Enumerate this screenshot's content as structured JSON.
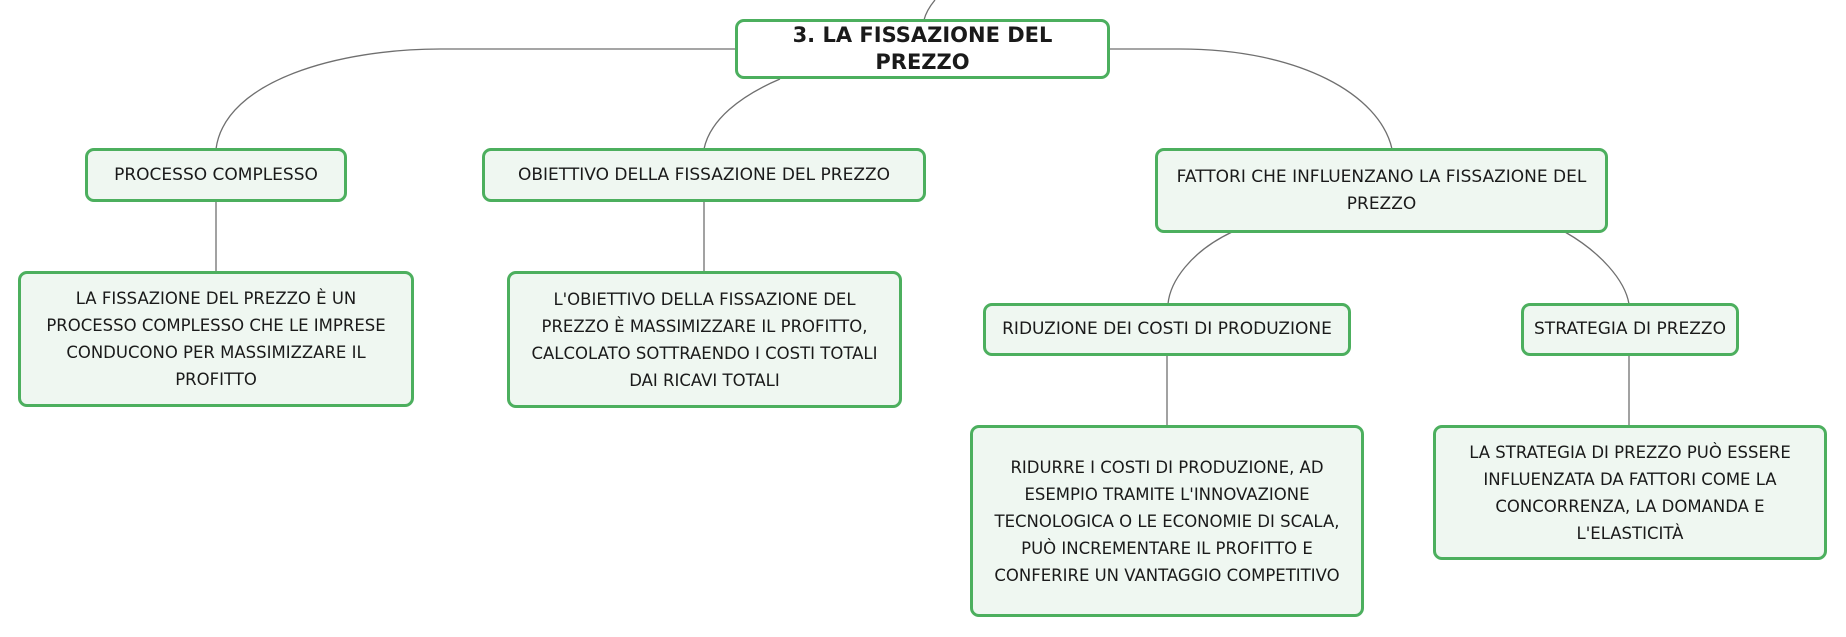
{
  "root": {
    "label": "3. LA FISSAZIONE DEL PREZZO"
  },
  "branches": {
    "processo": {
      "label": "PROCESSO COMPLESSO",
      "detail": "LA FISSAZIONE DEL PREZZO È UN PROCESSO COMPLESSO CHE LE IMPRESE CONDUCONO PER MASSIMIZZARE IL PROFITTO"
    },
    "obiettivo": {
      "label": "OBIETTIVO DELLA FISSAZIONE DEL PREZZO",
      "detail": "L'OBIETTIVO DELLA FISSAZIONE DEL PREZZO È MASSIMIZZARE IL PROFITTO, CALCOLATO SOTTRAENDO I COSTI TOTALI DAI RICAVI TOTALI"
    },
    "fattori": {
      "label": "FATTORI CHE INFLUENZANO LA FISSAZIONE DEL PREZZO",
      "riduzione": {
        "label": "RIDUZIONE DEI COSTI DI PRODUZIONE",
        "detail": "RIDURRE I COSTI DI PRODUZIONE, AD ESEMPIO TRAMITE L'INNOVAZIONE TECNOLOGICA O LE ECONOMIE DI SCALA, PUÒ INCREMENTARE IL PROFITTO E CONFERIRE UN VANTAGGIO COMPETITIVO"
      },
      "strategia": {
        "label": "STRATEGIA DI PREZZO",
        "detail": "LA STRATEGIA DI PREZZO PUÒ ESSERE INFLUENZATA DA FATTORI COME LA CONCORRENZA, LA DOMANDA E L'ELASTICITÀ"
      }
    }
  },
  "colors": {
    "border": "#4caf5e",
    "fill": "#eff7f1",
    "connector": "#6f6f6f"
  }
}
